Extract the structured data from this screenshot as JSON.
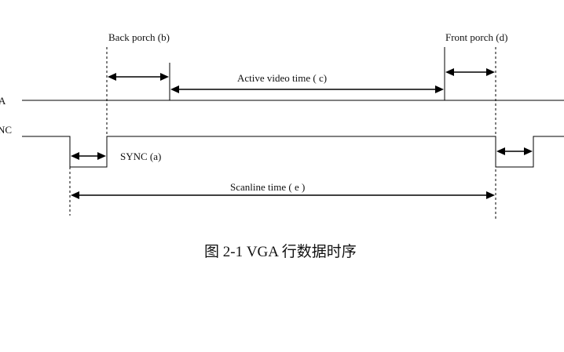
{
  "labels": {
    "back_porch": "Back porch (b)",
    "front_porch": "Front porch (d)",
    "active_video": "Active video time ( c)",
    "sync": "SYNC (a)",
    "scanline": "Scanline time ( e )",
    "data_signal": "A",
    "sync_signal": "NC"
  },
  "caption": "图 2-1 VGA 行数据时序"
}
